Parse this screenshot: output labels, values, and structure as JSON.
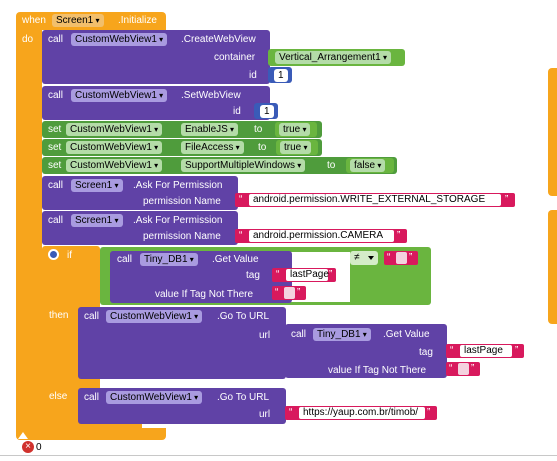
{
  "event": {
    "when": "when",
    "component": "Screen1",
    "event_name": ".Initialize",
    "do": "do"
  },
  "create_webview": {
    "call": "call",
    "component": "CustomWebView1",
    "method": ".CreateWebView",
    "container_label": "container",
    "container_value": "Vertical_Arrangement1",
    "id_label": "id",
    "id_value": "1"
  },
  "set_webview": {
    "call": "call",
    "component": "CustomWebView1",
    "method": ".SetWebView",
    "id_label": "id",
    "id_value": "1"
  },
  "setters": [
    {
      "set": "set",
      "component": "CustomWebView1",
      "property": "EnableJS",
      "to": "to",
      "value": "true"
    },
    {
      "set": "set",
      "component": "CustomWebView1",
      "property": "FileAccess",
      "to": "to",
      "value": "true"
    },
    {
      "set": "set",
      "component": "CustomWebView1",
      "property": "SupportMultipleWindows",
      "to": "to",
      "value": "false"
    }
  ],
  "permissions": [
    {
      "call": "call",
      "component": "Screen1",
      "method": ".Ask For Permission",
      "label": "permission Name",
      "value": "android.permission.WRITE_EXTERNAL_STORAGE"
    },
    {
      "call": "call",
      "component": "Screen1",
      "method": ".Ask For Permission",
      "label": "permission Name",
      "value": "android.permission.CAMERA"
    }
  ],
  "if_block": {
    "if": "if",
    "then": "then",
    "else": "else",
    "cond_call": "call",
    "cond_component": "Tiny_DB1",
    "cond_method": ".Get Value",
    "tag_label": "tag",
    "tag_value": "lastPage",
    "default_label": "value If Tag Not There",
    "compare_op": "≠",
    "then_call": "call",
    "then_component": "CustomWebView1",
    "then_method": ".Go To URL",
    "url_label": "url",
    "inner_call": "call",
    "inner_component": "Tiny_DB1",
    "inner_method": ".Get Value",
    "inner_tag_label": "tag",
    "inner_tag_value": "lastPage",
    "inner_default_label": "value If Tag Not There",
    "else_call": "call",
    "else_component": "CustomWebView1",
    "else_method": ".Go To URL",
    "else_url_label": "url",
    "else_url_value": "https://yaup.com.br/timob/"
  },
  "footer": {
    "error_count": "0"
  },
  "colors": {
    "event": "#f7a51c",
    "component": "#6042a6",
    "setter": "#4f9c3c",
    "number": "#3a5bb8",
    "text": "#d8195d",
    "logic": "#6ab53f"
  }
}
